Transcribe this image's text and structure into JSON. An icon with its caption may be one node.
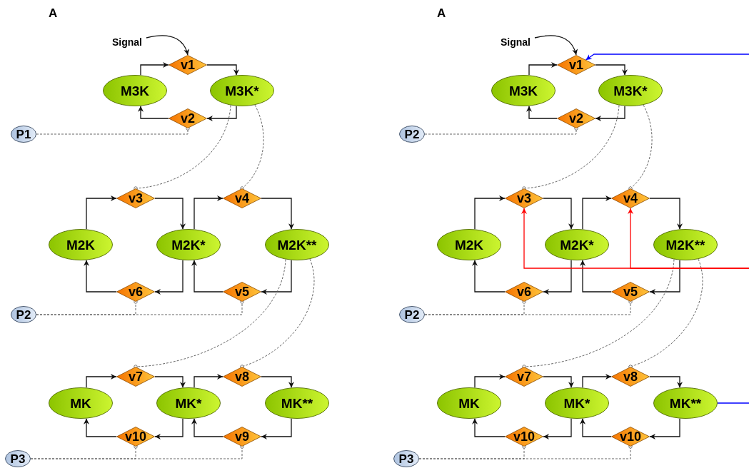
{
  "diagram": {
    "nodes": [
      {
        "text": [
          "Signal"
        ]
      },
      {
        "text": [
          "v1"
        ]
      },
      {
        "text": [
          "M3K"
        ]
      },
      {
        "text": [
          "M3K*"
        ]
      },
      {
        "text": [
          "v2"
        ]
      },
      {
        "text": [
          "P1"
        ]
      },
      {
        "text": [
          "v3"
        ]
      },
      {
        "text": [
          "v4"
        ]
      },
      {
        "text": [
          "M2K"
        ]
      },
      {
        "text": [
          "M2K*"
        ]
      },
      {
        "text": [
          "M2K**"
        ]
      },
      {
        "text": [
          "v6"
        ]
      },
      {
        "text": [
          "v5"
        ]
      },
      {
        "text": [
          "P2"
        ]
      },
      {
        "text": [
          "v7"
        ]
      },
      {
        "text": [
          "v8"
        ]
      },
      {
        "text": [
          "MK"
        ]
      },
      {
        "text": [
          "MK*"
        ]
      },
      {
        "text": [
          "MK**"
        ]
      },
      {
        "text": [
          "v10"
        ]
      },
      {
        "text": [
          "v9"
        ]
      },
      {
        "text": [
          "P3"
        ]
      },
      {
        "text": [
          "Signal"
        ]
      },
      {
        "text": [
          "v1"
        ]
      },
      {
        "text": [
          "M3K"
        ]
      },
      {
        "text": [
          "M3K*"
        ]
      },
      {
        "text": [
          "v2"
        ]
      },
      {
        "text": [
          "P2"
        ]
      },
      {
        "text": [
          "v3"
        ]
      },
      {
        "text": [
          "v4"
        ]
      },
      {
        "text": [
          "M2K"
        ]
      },
      {
        "text": [
          "M2K*"
        ]
      },
      {
        "text": [
          "M2K**"
        ]
      },
      {
        "text": [
          "v6"
        ]
      },
      {
        "text": [
          "v5"
        ]
      },
      {
        "text": [
          "P2"
        ]
      },
      {
        "text": [
          "v7"
        ]
      },
      {
        "text": [
          "v8"
        ]
      },
      {
        "text": [
          "MK"
        ]
      },
      {
        "text": [
          "MK*"
        ]
      },
      {
        "text": [
          "MK**"
        ]
      },
      {
        "text": [
          "v10"
        ]
      },
      {
        "text": [
          "v10"
        ]
      },
      {
        "text": [
          "P3"
        ]
      }
    ],
    "edges": [
      {
        "from": 0,
        "to": 1,
        "arrow": "to"
      },
      {
        "from": 2,
        "to": 1,
        "arrow": "to"
      },
      {
        "from": 1,
        "to": 3,
        "arrow": "to"
      },
      {
        "from": 3,
        "to": 4,
        "arrow": "to"
      },
      {
        "from": 4,
        "to": 2,
        "arrow": "to"
      },
      {
        "from": 5,
        "to": 4,
        "arrow": "other",
        "style": "dashed"
      },
      {
        "from": 3,
        "to": 6,
        "arrow": "other",
        "style": "dashed"
      },
      {
        "from": 3,
        "to": 7,
        "arrow": "other",
        "style": "dashed"
      },
      {
        "from": 8,
        "to": 6,
        "arrow": "to"
      },
      {
        "from": 6,
        "to": 9,
        "arrow": "to"
      },
      {
        "from": 9,
        "to": 7,
        "arrow": "to"
      },
      {
        "from": 7,
        "to": 10,
        "arrow": "to"
      },
      {
        "from": 10,
        "to": 12,
        "arrow": "to"
      },
      {
        "from": 12,
        "to": 9,
        "arrow": "to"
      },
      {
        "from": 9,
        "to": 11,
        "arrow": "to"
      },
      {
        "from": 11,
        "to": 8,
        "arrow": "to"
      },
      {
        "from": 13,
        "to": 11,
        "arrow": "other",
        "style": "dashed"
      },
      {
        "from": 13,
        "to": 12,
        "arrow": "other",
        "style": "dashed"
      },
      {
        "from": 10,
        "to": 14,
        "arrow": "other",
        "style": "dashed"
      },
      {
        "from": 10,
        "to": 15,
        "arrow": "other",
        "style": "dashed"
      },
      {
        "from": 16,
        "to": 14,
        "arrow": "to"
      },
      {
        "from": 14,
        "to": 17,
        "arrow": "to"
      },
      {
        "from": 17,
        "to": 15,
        "arrow": "to"
      },
      {
        "from": 15,
        "to": 18,
        "arrow": "to"
      },
      {
        "from": 18,
        "to": 20,
        "arrow": "to"
      },
      {
        "from": 20,
        "to": 17,
        "arrow": "to"
      },
      {
        "from": 17,
        "to": 19,
        "arrow": "to"
      },
      {
        "from": 19,
        "to": 16,
        "arrow": "to"
      },
      {
        "from": 21,
        "to": 19,
        "arrow": "other",
        "style": "dashed"
      },
      {
        "from": 21,
        "to": 20,
        "arrow": "other",
        "style": "dashed"
      },
      {
        "from": 22,
        "to": 23,
        "arrow": "to"
      },
      {
        "from": 24,
        "to": 23,
        "arrow": "to"
      },
      {
        "from": 23,
        "to": 25,
        "arrow": "to"
      },
      {
        "from": 25,
        "to": 26,
        "arrow": "to"
      },
      {
        "from": 26,
        "to": 24,
        "arrow": "to"
      },
      {
        "from": 27,
        "to": 26,
        "arrow": "other",
        "style": "dashed"
      },
      {
        "from": 25,
        "to": 28,
        "arrow": "other",
        "style": "dashed"
      },
      {
        "from": 25,
        "to": 29,
        "arrow": "other",
        "style": "dashed"
      },
      {
        "from": 30,
        "to": 28,
        "arrow": "to"
      },
      {
        "from": 28,
        "to": 31,
        "arrow": "to"
      },
      {
        "from": 31,
        "to": 29,
        "arrow": "to"
      },
      {
        "from": 29,
        "to": 32,
        "arrow": "to"
      },
      {
        "from": 32,
        "to": 34,
        "arrow": "to"
      },
      {
        "from": 34,
        "to": 31,
        "arrow": "to"
      },
      {
        "from": 31,
        "to": 33,
        "arrow": "to"
      },
      {
        "from": 33,
        "to": 30,
        "arrow": "to"
      },
      {
        "from": 35,
        "to": 33,
        "arrow": "other",
        "style": "dashed"
      },
      {
        "from": 35,
        "to": 34,
        "arrow": "other",
        "style": "dashed"
      },
      {
        "from": 32,
        "to": 36,
        "arrow": "other",
        "style": "dashed"
      },
      {
        "from": 32,
        "to": 37,
        "arrow": "other",
        "style": "dashed"
      },
      {
        "from": 38,
        "to": 36,
        "arrow": "to"
      },
      {
        "from": 36,
        "to": 39,
        "arrow": "to"
      },
      {
        "from": 39,
        "to": 37,
        "arrow": "to"
      },
      {
        "from": 37,
        "to": 40,
        "arrow": "to"
      },
      {
        "from": 40,
        "to": 42,
        "arrow": "to"
      },
      {
        "from": 42,
        "to": 39,
        "arrow": "to"
      },
      {
        "from": 39,
        "to": 41,
        "arrow": "to"
      },
      {
        "from": 41,
        "to": 38,
        "arrow": "to"
      },
      {
        "from": 43,
        "to": 41,
        "arrow": "other",
        "style": "dashed"
      },
      {
        "from": 43,
        "to": 42,
        "arrow": "other",
        "style": "dashed"
      },
      {
        "from": null,
        "to": 23,
        "arrow": "to",
        "color": "#0000ff"
      },
      {
        "from": null,
        "to": 28,
        "arrow": "to",
        "color": "#ff0000"
      },
      {
        "from": null,
        "to": 29,
        "arrow": "to",
        "color": "#ff0000"
      },
      {
        "from": 40,
        "to": null,
        "arrow": "none",
        "color": "#0000ff"
      }
    ],
    "labels": [
      "A",
      "A"
    ]
  }
}
